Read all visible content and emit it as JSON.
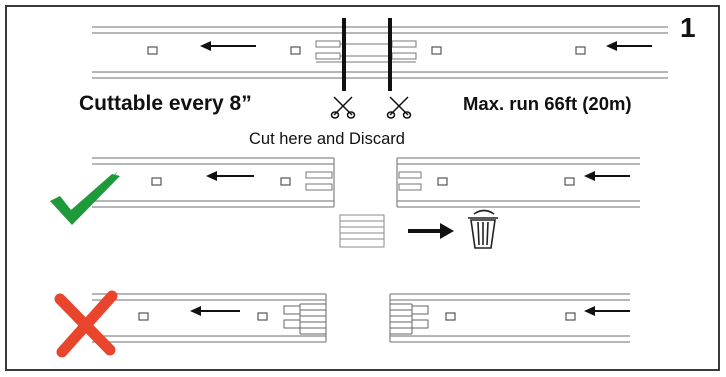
{
  "diagram": {
    "step_number": "1",
    "cut_interval_label": "Cuttable every 8”",
    "max_run_label": "Max. run 66ft (20m)",
    "cut_instruction": "Cut here and Discard",
    "icons": {
      "correct": "green-checkmark-icon",
      "incorrect": "red-x-icon",
      "scissors": "scissors-icon",
      "trash": "trash-can-icon",
      "direction": "left-arrow-icon",
      "move": "right-arrow-icon"
    },
    "colors": {
      "frame": "#3a3a3a",
      "strip_line": "#8a8a8a",
      "correct": "#1e9a3a",
      "incorrect": "#e8452c",
      "ink": "#111111"
    }
  }
}
